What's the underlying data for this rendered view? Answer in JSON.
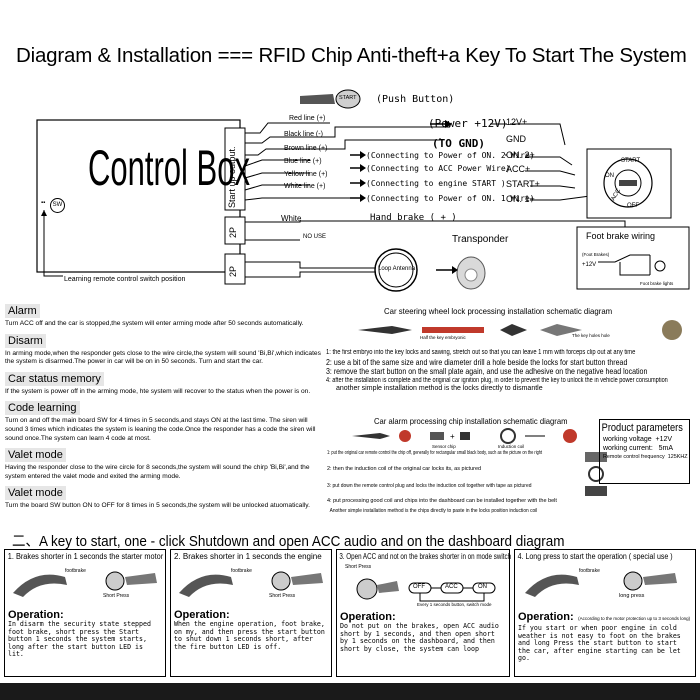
{
  "title": "Diagram & Installation === RFID Chip Anti-theft+a Key  To Start The System",
  "control_box": {
    "label": "Control Box",
    "startup_output": "Start up output.",
    "sw": "SW",
    "learning": "Learning remote control switch position",
    "port_top": "2P",
    "port_bottom": "2P"
  },
  "wires": {
    "red": "Red line (+)",
    "black": "Black line (-)",
    "brown": "Brown line (+)",
    "blue": "Blue line (+)",
    "yellow": "Yellow line (+)",
    "white": "White line (+)"
  },
  "start_button": {
    "label": "START",
    "push": "(Push Button)"
  },
  "connections": {
    "power": "(Power +12V)",
    "gnd": "(TO GND)",
    "on2": "(Connecting to Power of ON. 2 Wire)",
    "acc": "(Connecting to ACC Power Wire)",
    "engine": "(Connecting to engine START )",
    "on1": "(Connecting to Power of ON. 1 Wire)"
  },
  "terminals": [
    "12V+",
    "GND",
    "ON. 2+",
    "ACC+",
    "START+",
    "ON. 1+"
  ],
  "ignition": {
    "start": "START",
    "on": "ON",
    "acc": "ACC",
    "off": "OFF"
  },
  "lower_wires": {
    "white": "White",
    "hand_brake": "Hand brake ( + )",
    "no_use": "NO USE",
    "loop_antenna": "Loop Antenna",
    "transponder": "Transponder"
  },
  "foot_brake": {
    "title": "Foot brake wiring",
    "brakes": "(Foot Brakes)",
    "v12": "+12V",
    "lights": "Foot brake lights"
  },
  "sections": [
    {
      "title": "Alarm",
      "text": "Turn ACC off and the car is stopped,the system will enter arming mode after 50 seconds automatically."
    },
    {
      "title": "Disarm",
      "text": "In arming mode,when the responder gets close to the wire circle,the system will sound 'Bi,Bi',which indicates the system is disarmed.The power in car will be on in 50 seconds. Turn and start the car."
    },
    {
      "title": "Car status memory",
      "text": "If the system is power off in the arming mode, hte system will recover to the status when the power is on."
    },
    {
      "title": "Code learning",
      "text": "Turn on and off the main board SW for 4 times in 5 seconds,and stays ON at the last time. The siren will sound 3 times which indicates the system is leaning the code.Once the responder has a code the siren will sound once.The system can learn 4 code at most."
    },
    {
      "title": "Valet mode",
      "text": "Having the responder close to the wire circle for 8 seconds,the system will sound the chirp 'Bi,Bi',and the system entered the valet mode and exited the arming mode."
    },
    {
      "title": "Valet mode",
      "text": "Turn the board SW button ON to OFF for 8 times in 5 seconds,the system will be unlocked atuomatically."
    }
  ],
  "steering": {
    "title": "Car steering wheel lock processing installation schematic diagram",
    "cap1": "Half the key embryonic",
    "cap2": "The key holes hole",
    "steps": [
      "1: the first embryo into the key locks and sawing, stretch out so that you can leave 1 mm with forceps clip out at any time",
      "2: use a bit of the same size and wire diameter drill a hole beside the locks for start button thread",
      "3: remove the start button on the small plate again, and use the adhesive on the negative head location",
      "4: after the installation is complete and the original car ignition plug, in order to prevent the key to unlock the in vehicle power consumption",
      "another simple installation method is the locks directly to dismantle"
    ]
  },
  "alarm_chip": {
    "title": "Car alarm processing chip installation schematic diagram",
    "cap1": "Sensor chip",
    "cap2": "Induction coil",
    "steps": [
      "1: put the original car remote control the chip off, generally for rectangular small black body, such as the picture on the right",
      "2: then the induction coil of the original car locks its, as pictured",
      "3: put down the remote control plug and locks the induction coil together with tape as pictured",
      "4: put processing good coil and chips into the dashboard can be installed together with the belt",
      "Another simple installation method is the chips directly to paste in the locks position induction coil"
    ]
  },
  "params": {
    "title": "Product parameters",
    "rows": [
      {
        "k": "working voltage",
        "v": "+12V"
      },
      {
        "k": "working current:",
        "v": "5mA"
      },
      {
        "k": "Remote control frequency",
        "v": "125KHZ"
      }
    ]
  },
  "banner": "二、A  key to start, one - click Shutdown and open ACC audio and on the dashboard diagram",
  "panels": [
    {
      "title": "1. Brakes shorter in 1 seconds the starter motor",
      "label_a": "footbrake",
      "label_b": "Short Press",
      "op": "Operation:",
      "body": "   In disarm the security state stepped foot brake, short press the Start button 1 seconds the system starts, long after the start button LED is lit."
    },
    {
      "title": "2. Brakes shorter in 1 seconds the engine",
      "label_a": "footbrake",
      "label_b": "Short Press",
      "op": "Operation:",
      "body": "   When the engine operation, foot brake, on my, and then press the start button to shut down 1 seconds short, after the fire button LED is off."
    },
    {
      "title": "3. Open ACC and not on the brakes shorter in on mode switch",
      "label_a": "Short Press",
      "label_b": "Every 1 seconds button, switch mode",
      "op": "Operation:",
      "body": "Do not put on the brakes, open ACC audio short by 1 seconds, and then open short by 1 seconds on the dashboard, and then short by close, the system can loop",
      "cycle": [
        "OFF",
        "ACC",
        "ON"
      ]
    },
    {
      "title": "4. Long press to start the operation ( special use )",
      "label_a": "footbrake",
      "label_b": "long press",
      "op": "Operation:",
      "note": "(According to the motor protection up to 3 seconds long)",
      "body": "  If you start or when poor engine in cold weather is not easy to foot on the brakes and long Press the start button to start the car, after engine starting can be let go."
    }
  ]
}
